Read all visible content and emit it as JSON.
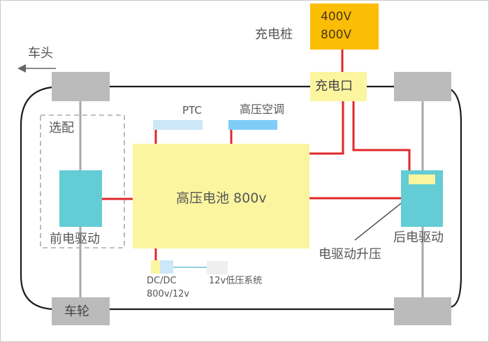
{
  "colors": {
    "battery": "#fbf5a0",
    "charger": "#fbbd06",
    "charge_port": "#fbf5a0",
    "drive": "#63ccd4",
    "wheel": "#bbbbbb",
    "ptc": "#cce7f8",
    "ac": "#7fcdf7",
    "hv_line": "#e0272a",
    "chassis": "#1a1a1a",
    "axle": "#a8a8a8",
    "lv_box": "#efefef",
    "lv_line": "#8fd1db"
  },
  "labels": {
    "front_direction": "车头",
    "charging_pile": "充电桩",
    "charger_voltages": [
      "400V",
      "800V"
    ],
    "charge_port": "充电口",
    "optional": "选配",
    "ptc": "PTC",
    "hv_ac": "高压空调",
    "battery": "高压电池 800v",
    "front_drive": "前电驱动",
    "rear_drive": "后电驱动",
    "drive_boost": "电驱动升压",
    "dcdc_line1": "DC/DC",
    "dcdc_line2": "800v/12v",
    "lv_system": "12v低压系统",
    "wheel": "车轮"
  }
}
